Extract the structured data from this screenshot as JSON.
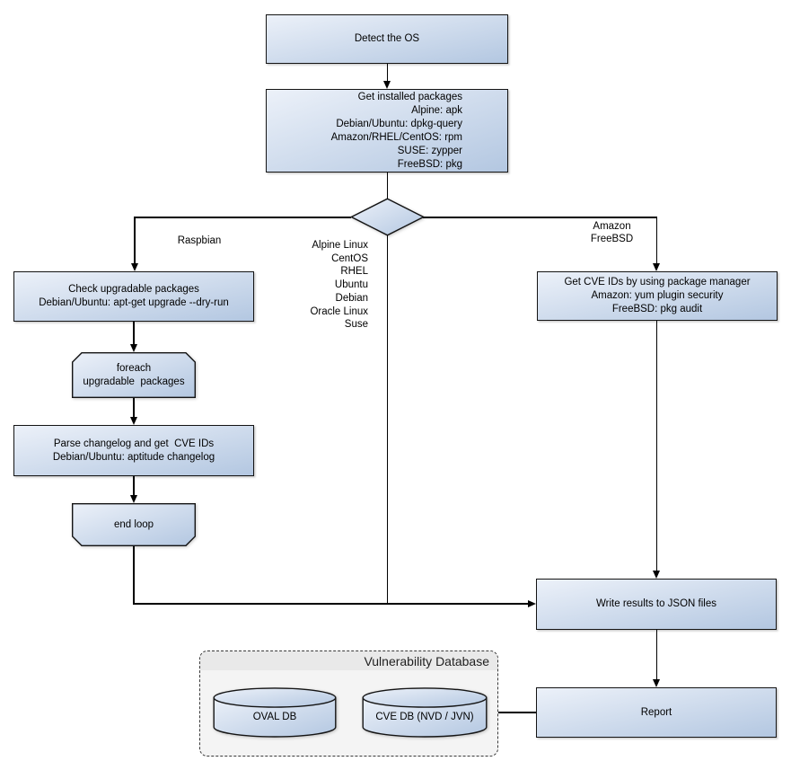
{
  "nodes": {
    "detect_os": "Detect the OS",
    "get_installed_packages": "Get installed packages\nAlpine: apk\nDebian/Ubuntu: dpkg-query\nAmazon/RHEL/CentOS: rpm\nSUSE: zypper\nFreeBSD: pkg",
    "check_upgradable": "Check upgradable packages\nDebian/Ubuntu: apt-get upgrade --dry-run",
    "foreach_loop": "foreach\nupgradable  packages",
    "parse_changelog": "Parse changelog and get  CVE IDs\nDebian/Ubuntu: aptitude changelog",
    "end_loop": "end loop",
    "get_cve_ids": "Get CVE IDs by using package manager\nAmazon: yum plugin security\nFreeBSD: pkg audit",
    "write_results": "Write results to JSON files",
    "report": "Report"
  },
  "edge_labels": {
    "raspbian": "Raspbian",
    "os_list": "Alpine Linux\nCentOS\nRHEL\nUbuntu\nDebian\nOracle Linux\nSuse",
    "amazon_freebsd": "Amazon\nFreeBSD"
  },
  "database": {
    "title": "Vulnerability Database",
    "oval_db": "OVAL DB",
    "cve_db": "CVE DB (NVD / JVN)"
  },
  "colors": {
    "node_fill_light": "#ecf1f9",
    "node_fill_dark": "#b3c7e1",
    "node_border": "#141414",
    "line": "#000000",
    "container_fill": "#f4f4f4",
    "container_title_band": "#e9e9e9"
  }
}
